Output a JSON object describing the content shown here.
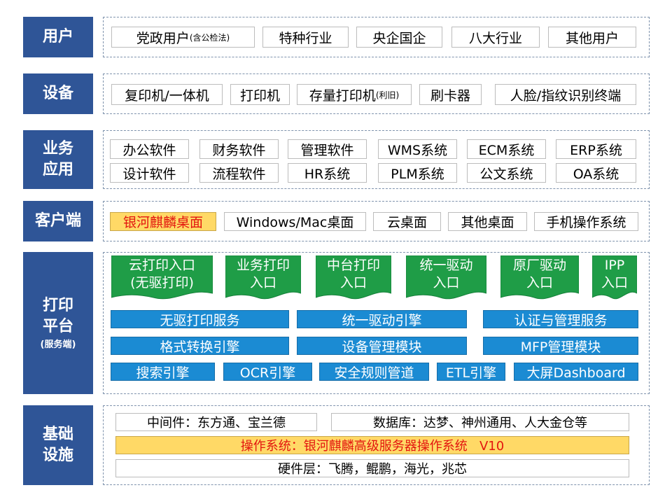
{
  "layers": {
    "users": {
      "label": "用户",
      "items": [
        "党政用户",
        "特种行业",
        "央企国企",
        "八大行业",
        "其他用户"
      ],
      "item0_note": "(含公检法)"
    },
    "devices": {
      "label": "设备",
      "items": [
        "复印机/一体机",
        "打印机",
        "存量打印机",
        "刷卡器",
        "人脸/指纹识别终端"
      ],
      "item2_note": "(利旧)"
    },
    "apps": {
      "label_line1": "业务",
      "label_line2": "应用",
      "row1": [
        "办公软件",
        "财务软件",
        "管理软件",
        "WMS系统",
        "ECM系统",
        "ERP系统"
      ],
      "row2": [
        "设计软件",
        "流程软件",
        "HR系统",
        "PLM系统",
        "公文系统",
        "OA系统"
      ]
    },
    "client": {
      "label": "客户端",
      "items": [
        "银河麒麟桌面",
        "Windows/Mac桌面",
        "云桌面",
        "其他桌面",
        "手机操作系统"
      ]
    },
    "platform": {
      "label_line1": "打印",
      "label_line2": "平台",
      "label_sub": "(服务端)",
      "entries": [
        {
          "line1": "云打印入口",
          "line2": "(无驱打印)"
        },
        {
          "line1": "业务打印",
          "line2": "入口"
        },
        {
          "line1": "中台打印",
          "line2": "入口"
        },
        {
          "line1": "统一驱动",
          "line2": "入口"
        },
        {
          "line1": "原厂驱动",
          "line2": "入口"
        },
        {
          "line1": "IPP",
          "line2": "入口"
        }
      ],
      "services_row1": [
        "无驱打印服务",
        "统一驱动引擎",
        "认证与管理服务"
      ],
      "services_row2": [
        "格式转换引擎",
        "设备管理模块",
        "MFP管理模块"
      ],
      "services_row3": [
        "搜索引擎",
        "OCR引擎",
        "安全规则管道",
        "ETL引擎",
        "大屏Dashboard"
      ]
    },
    "infra": {
      "label_line1": "基础",
      "label_line2": "设施",
      "middleware": "中间件：东方通、宝兰德",
      "database": "数据库：达梦、神州通用、人大金仓等",
      "os": "操作系统：银河麒麟高级服务器操作系统   V10",
      "hardware": "硬件层：飞腾，鲲鹏，海光，兆芯"
    }
  },
  "colors": {
    "label_bg": "#2F5597",
    "flag_green": "#1F9D47",
    "service_blue": "#1B8BD3",
    "highlight_yellow": "#FFD966",
    "highlight_text": "#E3150F"
  },
  "icons": []
}
